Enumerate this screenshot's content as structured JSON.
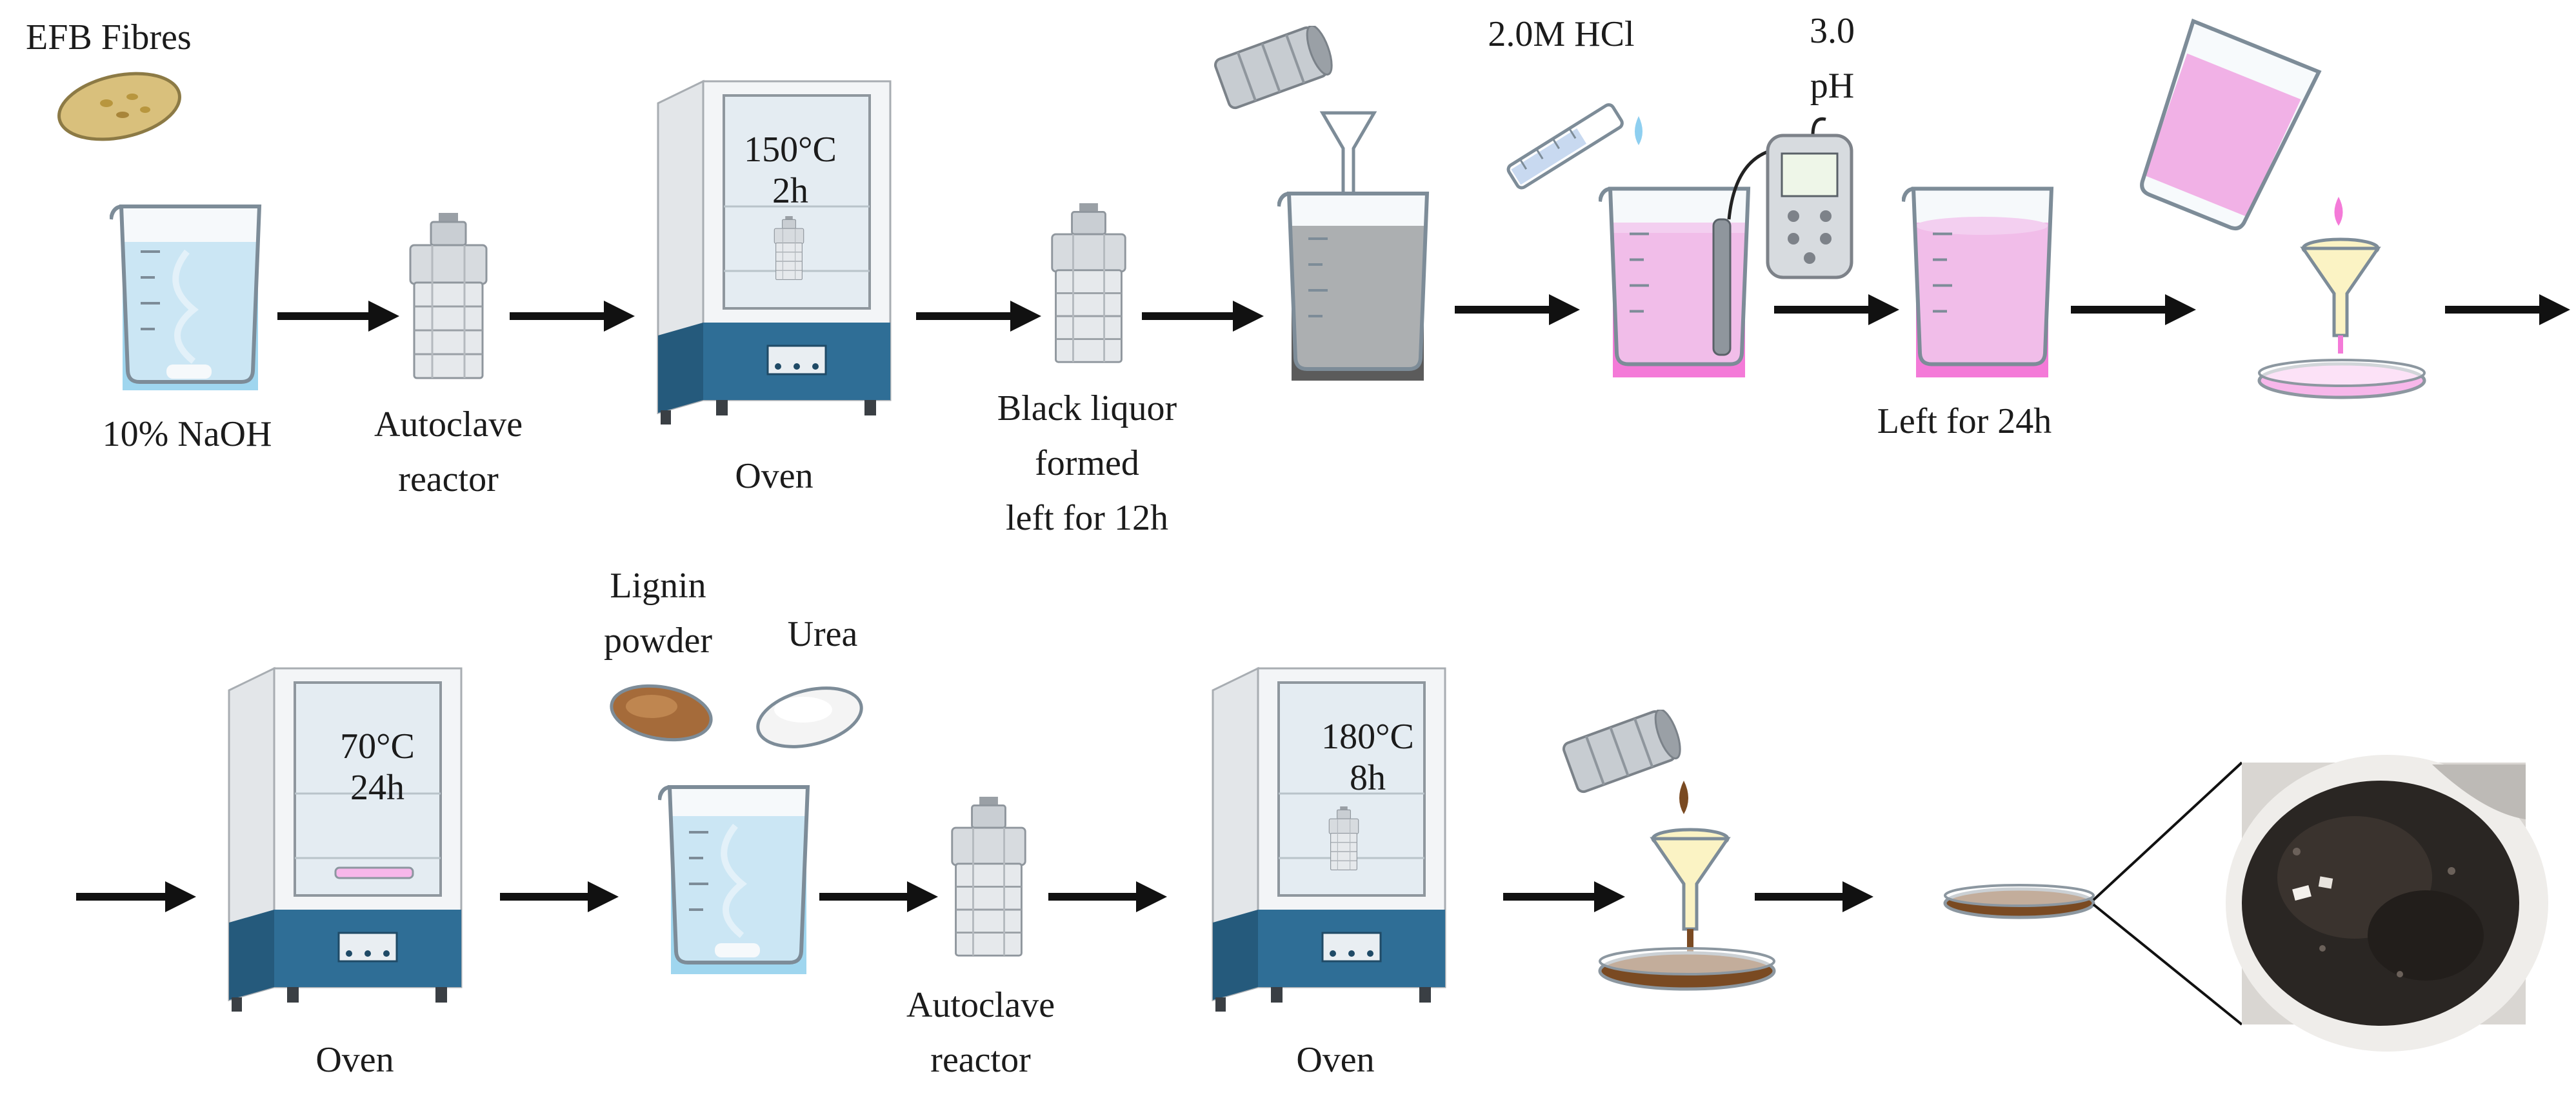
{
  "row1": {
    "efb_fibres": "EFB Fibres",
    "naoh": "10% NaOH",
    "autoclave_1": "Autoclave",
    "reactor_1": "reactor",
    "oven_1": "Oven",
    "oven_1_temp": "150",
    "oven_1_deg": "°C",
    "oven_1_time": "2h",
    "black_liquor_1": "Black liquor",
    "black_liquor_2": "formed",
    "black_liquor_3": "left for 12h",
    "hcl": "2.0M HCl",
    "ph_value": "3.0",
    "ph_label": "pH",
    "left_24h": "Left for 24h"
  },
  "row2": {
    "oven_2": "Oven",
    "oven_2_temp": "70",
    "oven_2_deg": "°C",
    "oven_2_time": "24h",
    "lignin_1": "Lignin",
    "lignin_2": "powder",
    "urea": "Urea",
    "autoclave_2": "Autoclave",
    "reactor_2": "reactor",
    "oven_3": "Oven",
    "oven_3_temp": "180",
    "oven_3_deg": "°C",
    "oven_3_time": "8h"
  },
  "colors": {
    "naoh_solution": "#9fd6ef",
    "black_liquor": "#5b5b5b",
    "acid_solution": "#f47ad8",
    "oven_panel": "#2f6e96",
    "product": "#7a4a22",
    "arrow": "#111111"
  }
}
